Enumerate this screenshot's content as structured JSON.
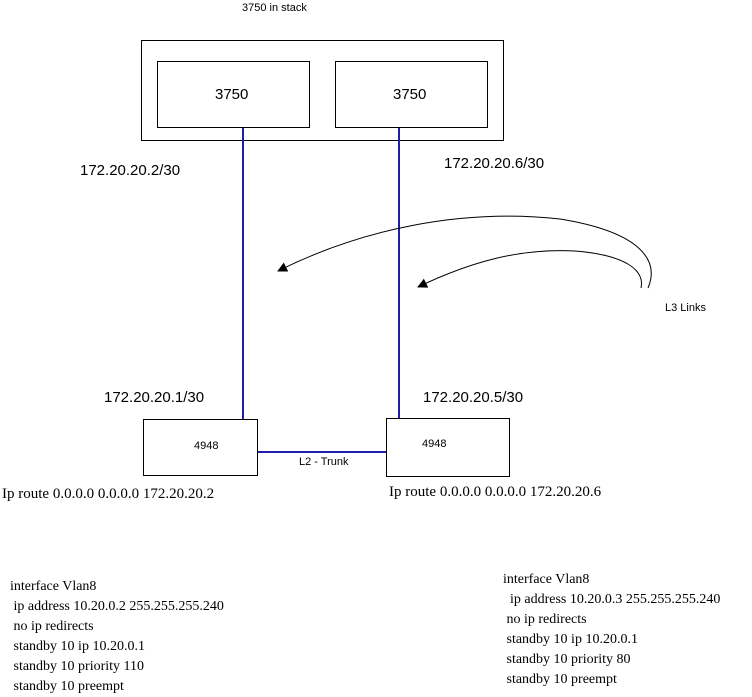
{
  "stack": {
    "caption": "3750 in stack",
    "switch_left": "3750",
    "switch_right": "3750"
  },
  "addresses": {
    "stack_left": "172.20.20.2/30",
    "stack_right": "172.20.20.6/30",
    "dist_left": "172.20.20.1/30",
    "dist_right": "172.20.20.5/30"
  },
  "l3_links_label": "L3 Links",
  "distribution": {
    "left": "4948",
    "right": "4948",
    "trunk_label": "L2 - Trunk",
    "left_route": "Ip route 0.0.0.0 0.0.0.0 172.20.20.2",
    "right_route": "Ip route 0.0.0.0 0.0.0.0 172.20.20.6"
  },
  "config_left": [
    "interface Vlan8",
    " ip address 10.20.0.2 255.255.255.240",
    " no ip redirects",
    " standby 10 ip 10.20.0.1",
    " standby 10 priority 110",
    " standby 10 preempt"
  ],
  "config_right": [
    "interface Vlan8",
    "  ip address 10.20.0.3 255.255.255.240",
    " no ip redirects",
    " standby 10 ip 10.20.0.1",
    " standby 10 priority 80",
    " standby 10 preempt"
  ],
  "colors": {
    "link_line": "#1f1faa",
    "box_border": "#000000"
  }
}
